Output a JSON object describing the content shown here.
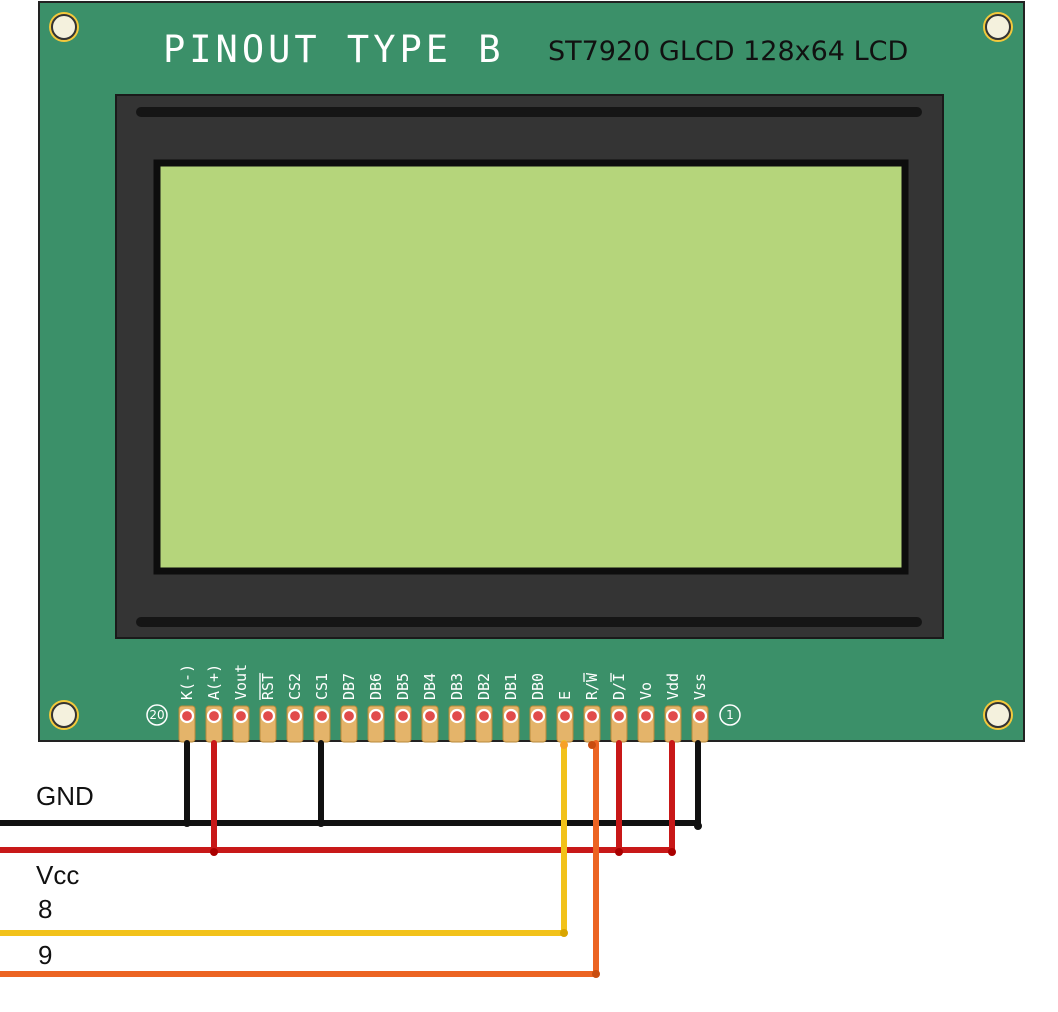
{
  "board": {
    "title": "PINOUT TYPE B",
    "subtitle": "ST7920 GLCD 128x64 LCD",
    "pin_first_marker": "1",
    "pin_last_marker": "20",
    "colors": {
      "pcb": "#3b9069",
      "bezel": "#343434",
      "screen": "#b5d57b",
      "pad": "#e4b46a"
    }
  },
  "pins": [
    {
      "label": "K(-)",
      "overline": false
    },
    {
      "label": "A(+)",
      "overline": false
    },
    {
      "label": "Vout",
      "overline": false
    },
    {
      "label": "RST",
      "overline": true
    },
    {
      "label": "CS2",
      "overline": false
    },
    {
      "label": "CS1",
      "overline": false
    },
    {
      "label": "DB7",
      "overline": false
    },
    {
      "label": "DB6",
      "overline": false
    },
    {
      "label": "DB5",
      "overline": false
    },
    {
      "label": "DB4",
      "overline": false
    },
    {
      "label": "DB3",
      "overline": false
    },
    {
      "label": "DB2",
      "overline": false
    },
    {
      "label": "DB1",
      "overline": false
    },
    {
      "label": "DB0",
      "overline": false
    },
    {
      "label": "E",
      "overline": false
    },
    {
      "label": "R/W",
      "overline": false,
      "overline_part": "W"
    },
    {
      "label": "D/I",
      "overline": false,
      "overline_part": "I"
    },
    {
      "label": "Vo",
      "overline": false
    },
    {
      "label": "Vdd",
      "overline": false
    },
    {
      "label": "Vss",
      "overline": false
    }
  ],
  "wires": [
    {
      "name": "gnd",
      "label": "GND",
      "color": "#111111"
    },
    {
      "name": "vcc",
      "label": "Vcc",
      "color": "#c81818"
    },
    {
      "name": "pin8",
      "label": "8",
      "color": "#f2c21a"
    },
    {
      "name": "pin9",
      "label": "9",
      "color": "#ec6422"
    }
  ]
}
